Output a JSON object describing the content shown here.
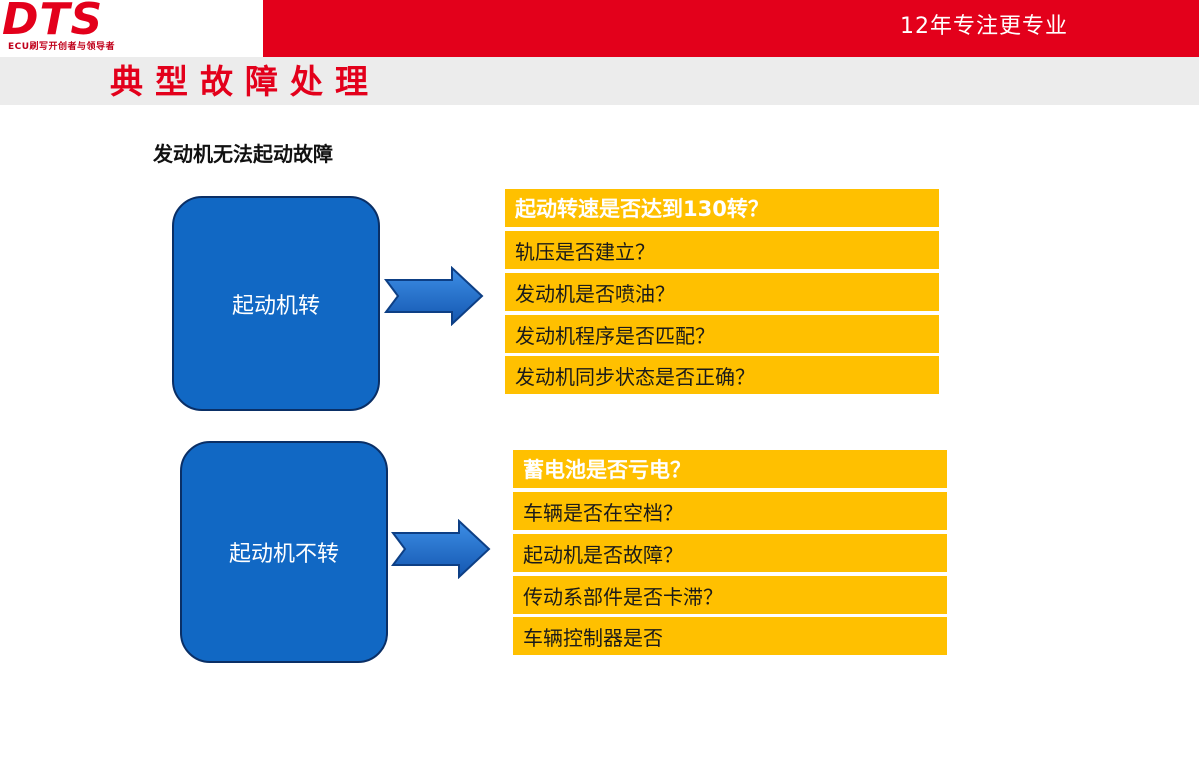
{
  "header": {
    "logo": "DTS",
    "logo_tagline": "ECU刷写开创者与领导者",
    "slogan": "12年专注更专业"
  },
  "page_title": "典型故障处理",
  "section_title": "发动机无法起动故障",
  "group1": {
    "box_label": "起动机转",
    "items": [
      "起动转速是否达到130转？",
      "轨压是否建立？",
      "发动机是否喷油？",
      "发动机程序是否匹配？",
      "发动机同步状态是否正确？"
    ]
  },
  "group2": {
    "box_label": "起动机不转",
    "items": [
      "蓄电池是否亏电？",
      "车辆是否在空档？",
      "起动机是否故障？",
      "传动系部件是否卡滞？",
      "车辆控制器是否"
    ]
  },
  "colors": {
    "brand_red": "#e3001b",
    "box_blue": "#1168c4",
    "item_yellow": "#ffc000"
  }
}
